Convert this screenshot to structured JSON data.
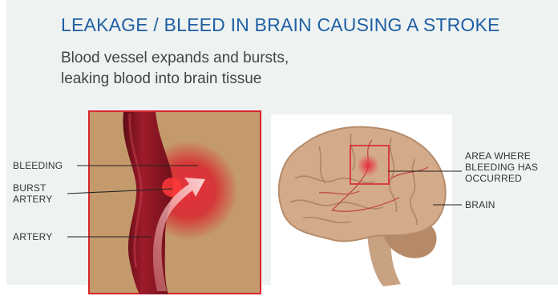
{
  "title": "LEAKAGE / BLEED IN BRAIN CAUSING A STROKE",
  "subtitle_lines": [
    "Blood vessel expands and bursts,",
    "leaking blood into brain tissue"
  ],
  "labels": {
    "bleeding": "BLEEDING",
    "burst_artery": [
      "BURST",
      "ARTERY"
    ],
    "artery": "ARTERY",
    "area_bleeding": [
      "AREA WHERE",
      "BLEEDING HAS",
      "OCCURRED"
    ],
    "brain": "BRAIN"
  },
  "colors": {
    "title": "#1f5fa3",
    "panel_bg": "#eef3f2",
    "tissue": "#c49a6c",
    "artery": "#8c1624",
    "blood": "#d8262e",
    "brain": "#d4ab8a",
    "highlight_box": "#d8262e"
  }
}
